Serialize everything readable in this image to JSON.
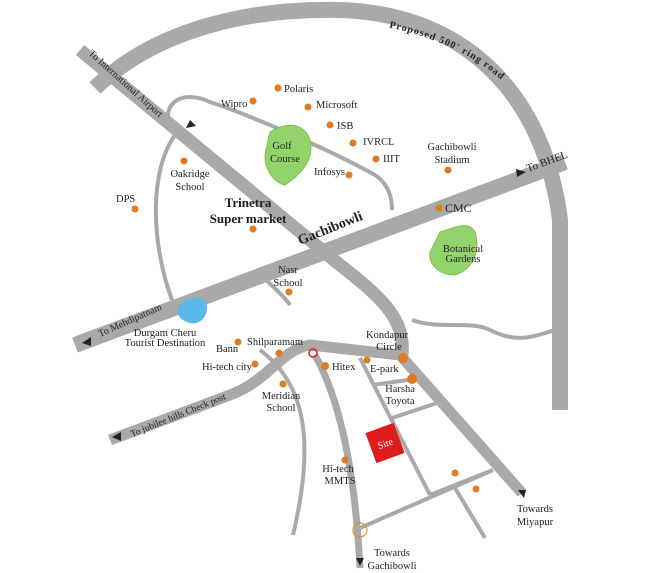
{
  "colors": {
    "road": "#a9a9a9",
    "poi": "#e07b20",
    "park": "#93d36b",
    "lake": "#5bb8e8",
    "site": "#e01b1b"
  },
  "roads": {
    "ring": "Proposed 500' ring road",
    "airport": "To International Airport",
    "bhel": "To BHEL",
    "gachibowli": "Gachibowli",
    "mehdipatnam": "To Mehdipatnam",
    "jubilee": "To jubilee hills Check post",
    "miyapur": [
      "Towards",
      "Miyapur"
    ],
    "towards_gachibowli": [
      "Towards",
      "Gachibowli"
    ]
  },
  "places": {
    "polaris": "Polaris",
    "wipro": "Wipro",
    "microsoft": "Microsoft",
    "isb": "ISB",
    "ivrcl": "IVRCL",
    "iiit": "IIIT",
    "infosys": "Infosys",
    "golf": [
      "Golf",
      "Course"
    ],
    "stadium": [
      "Gachibowli",
      "Stadium"
    ],
    "cmc": "CMC",
    "botanical": [
      "Botanical",
      "Gardens"
    ],
    "oakridge": [
      "Oakridge",
      "School"
    ],
    "dps": "DPS",
    "trinetra": [
      "Trinetra",
      "Super market"
    ],
    "nasr": [
      "Nasr",
      "School"
    ],
    "durgam": [
      "Durgam Cheru",
      "Tourist Destination"
    ],
    "shilparamam": "Shilparamam",
    "bann": "Bann",
    "hitech_city": "Hi-tech city",
    "meridian": [
      "Meridian",
      "School"
    ],
    "hitex": "Hitex",
    "epark": "E-park",
    "kondapur": [
      "Kondapur",
      "Circle"
    ],
    "harsha": [
      "Harsha",
      "Toyota"
    ],
    "mmts": [
      "Hi-tech",
      "MMTS"
    ],
    "site": "Site"
  }
}
